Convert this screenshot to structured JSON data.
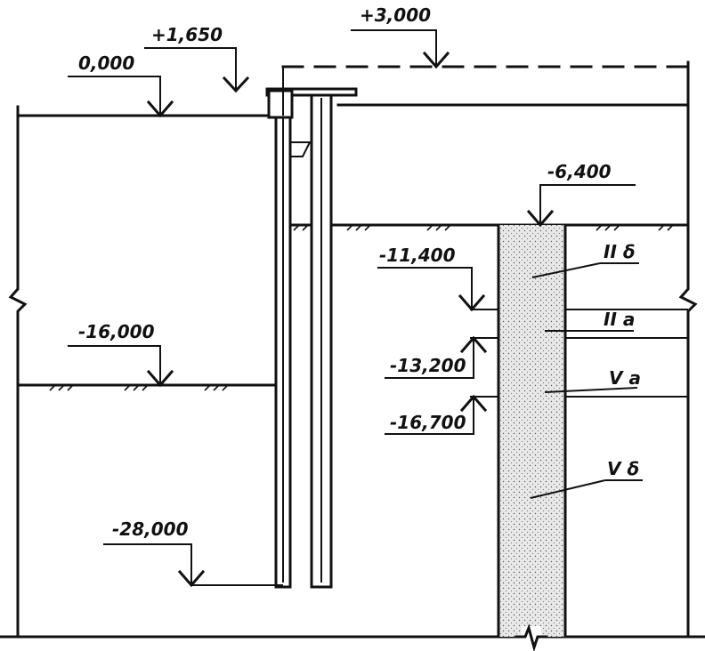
{
  "elevations": {
    "e0": "0,000",
    "e1650": "+1,650",
    "e3000": "+3,000",
    "e6400": "-6,400",
    "e11400": "-11,400",
    "e13200": "-13,200",
    "e16000": "-16,000",
    "e16700": "-16,700",
    "e28000": "-28,000"
  },
  "layers": {
    "l2b": "II δ",
    "l2a": "II a",
    "l5a": "V a",
    "l5b": "V δ"
  }
}
